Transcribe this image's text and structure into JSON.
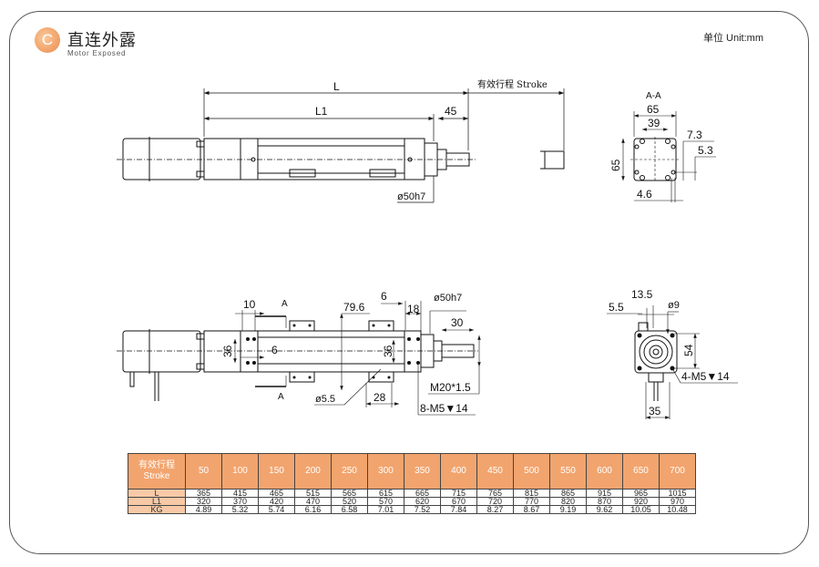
{
  "header": {
    "logo_letter": "C",
    "title": "直连外露",
    "subtitle": "Motor Exposed",
    "unit": "单位 Unit:mm"
  },
  "top_view": {
    "dim_L": "L",
    "dim_L1": "L1",
    "dim_45": "45",
    "stroke_label": "有效行程 Stroke",
    "dia_label": "ø50h7"
  },
  "section_view": {
    "title": "A-A",
    "dim_65w": "65",
    "dim_39": "39",
    "dim_65h": "65",
    "dim_7_3": "7.3",
    "dim_5_3": "5.3",
    "dim_4_6": "4.6"
  },
  "side_view": {
    "dim_10": "10",
    "section_a_top": "A",
    "section_a_bottom": "A",
    "dim_36_left": "36",
    "dim_6_left": "6",
    "dim_79_6": "79.6",
    "dim_6_right": "6",
    "dim_18": "18",
    "dim_36_right": "36",
    "dia_label": "ø50h7",
    "dim_30": "30",
    "thread": "M20*1.5",
    "hole_dia": "ø5.5",
    "dim_28": "28",
    "tapped_holes": "8-M5▼14"
  },
  "end_view": {
    "dim_13_5": "13.5",
    "dim_5_5": "5.5",
    "dia_9": "ø9",
    "dim_54": "54",
    "tapped_holes": "4-M5▼14",
    "dim_35": "35"
  },
  "spec_table": {
    "header_cn": "有效行程",
    "header_en": "Stroke",
    "strokes": [
      "50",
      "100",
      "150",
      "200",
      "250",
      "300",
      "350",
      "400",
      "450",
      "500",
      "550",
      "600",
      "650",
      "700"
    ],
    "rows": [
      {
        "label": "L",
        "values": [
          "365",
          "415",
          "465",
          "515",
          "565",
          "615",
          "665",
          "715",
          "765",
          "815",
          "865",
          "915",
          "965",
          "1015"
        ]
      },
      {
        "label": "L1",
        "values": [
          "320",
          "370",
          "420",
          "470",
          "520",
          "570",
          "620",
          "670",
          "720",
          "770",
          "820",
          "870",
          "920",
          "970"
        ]
      },
      {
        "label": "KG",
        "values": [
          "4.89",
          "5.32",
          "5.74",
          "6.16",
          "6.58",
          "7.01",
          "7.52",
          "7.84",
          "8.27",
          "8.67",
          "9.19",
          "9.62",
          "10.05",
          "10.48"
        ]
      }
    ]
  }
}
